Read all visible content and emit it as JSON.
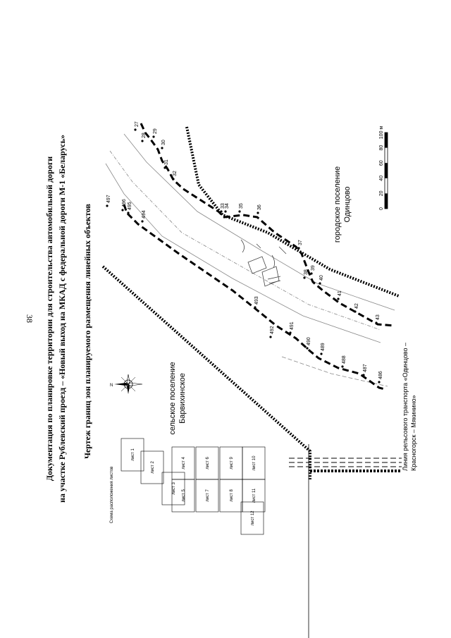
{
  "page_number": "38",
  "header": {
    "line1": "Документация по планировке территории для строительства автомобильной дороги",
    "line2": "на участке Рублевский проезд – «Новый выход на МКАД с федеральной дороги М-1 «Беларусь»"
  },
  "drawing_title": "Чертеж границ зон планируемого размещения линейных объектов",
  "settlements": {
    "urban_line1": "городское поселение",
    "urban_line2": "Одинцово",
    "rural_line1": "сельское поселение",
    "rural_line2": "Барвихинское"
  },
  "railway": {
    "label_line1": "Линия рельсового транспорта «Одинцово –",
    "label_line2": "Красногорск – Мякинино»"
  },
  "scale": {
    "ticks": [
      "0",
      "20",
      "40",
      "60",
      "80",
      "100 м"
    ]
  },
  "sheet_index": {
    "title": "Схема расположения листов",
    "sheets": [
      "лист 1",
      "лист 2",
      "лист 3",
      "лист 4",
      "лист 5",
      "лист 6",
      "лист 7",
      "лист 8",
      "лист 9",
      "лист 10",
      "лист 11",
      "лист 12"
    ]
  },
  "points": {
    "upper_boundary": [
      "27",
      "28",
      "29",
      "30",
      "31",
      "32",
      "33",
      "34",
      "35",
      "36",
      "37",
      "38",
      "39",
      "40",
      "41",
      "42",
      "43"
    ],
    "lower_boundary": [
      "497",
      "496",
      "495",
      "494",
      "493",
      "492",
      "491",
      "490",
      "489",
      "488",
      "487",
      "486"
    ]
  },
  "colors": {
    "ink": "#000000",
    "gray_line": "#888888",
    "paper": "#ffffff"
  }
}
